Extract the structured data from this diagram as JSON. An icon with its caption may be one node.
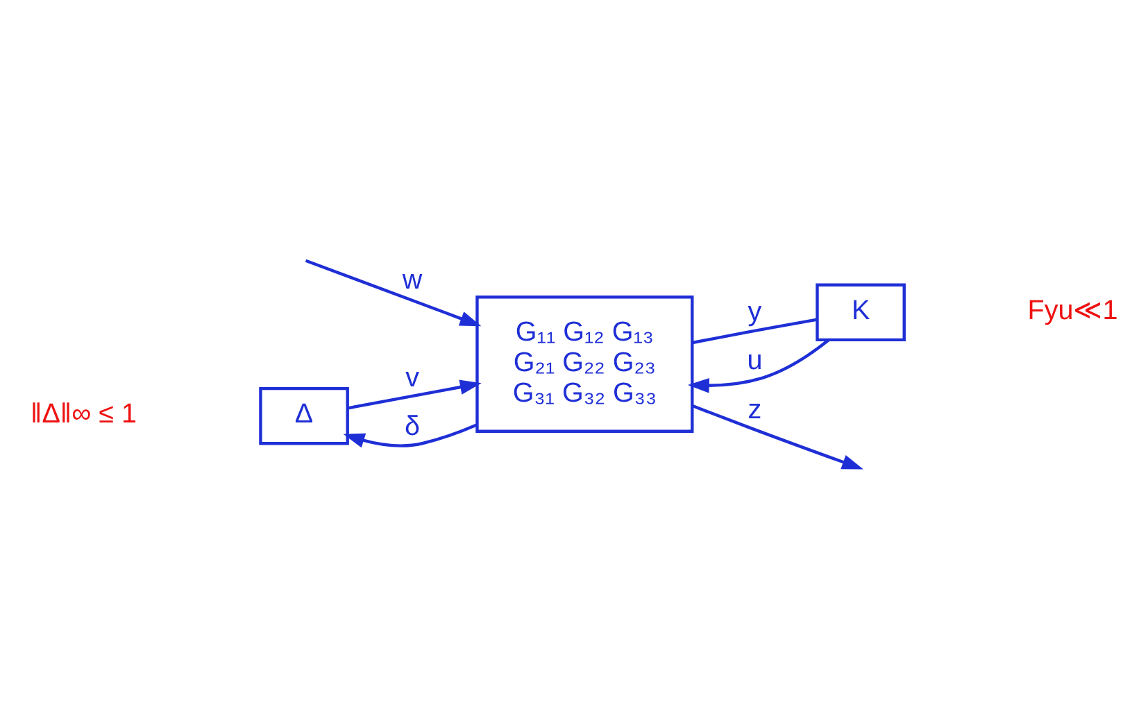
{
  "diagram": {
    "nodes": [
      {
        "text": [
          "Δ"
        ]
      },
      {
        "text": [
          "G₁₁ G₁₂ G₁₃",
          "G₂₁ G₂₂ G₂₃",
          "G₃₁ G₃₂ G₃₃"
        ]
      },
      {
        "text": [
          "K"
        ]
      }
    ],
    "edges": [
      {
        "from": 0,
        "to": 1,
        "arrow": "to",
        "label": "v"
      },
      {
        "from": 1,
        "to": 0,
        "arrow": "to",
        "label": "δ"
      },
      {
        "from": null,
        "to": 1,
        "arrow": "to",
        "label": "w"
      },
      {
        "from": 1,
        "to": null,
        "arrow": "to",
        "label": "z"
      },
      {
        "from": 1,
        "to": 2,
        "arrow": "none",
        "label": "y"
      },
      {
        "from": 2,
        "to": 1,
        "arrow": "to",
        "label": "u"
      }
    ],
    "labels": [
      "‖Δ‖∞ ≤ 1",
      "Fyu≪1"
    ]
  }
}
